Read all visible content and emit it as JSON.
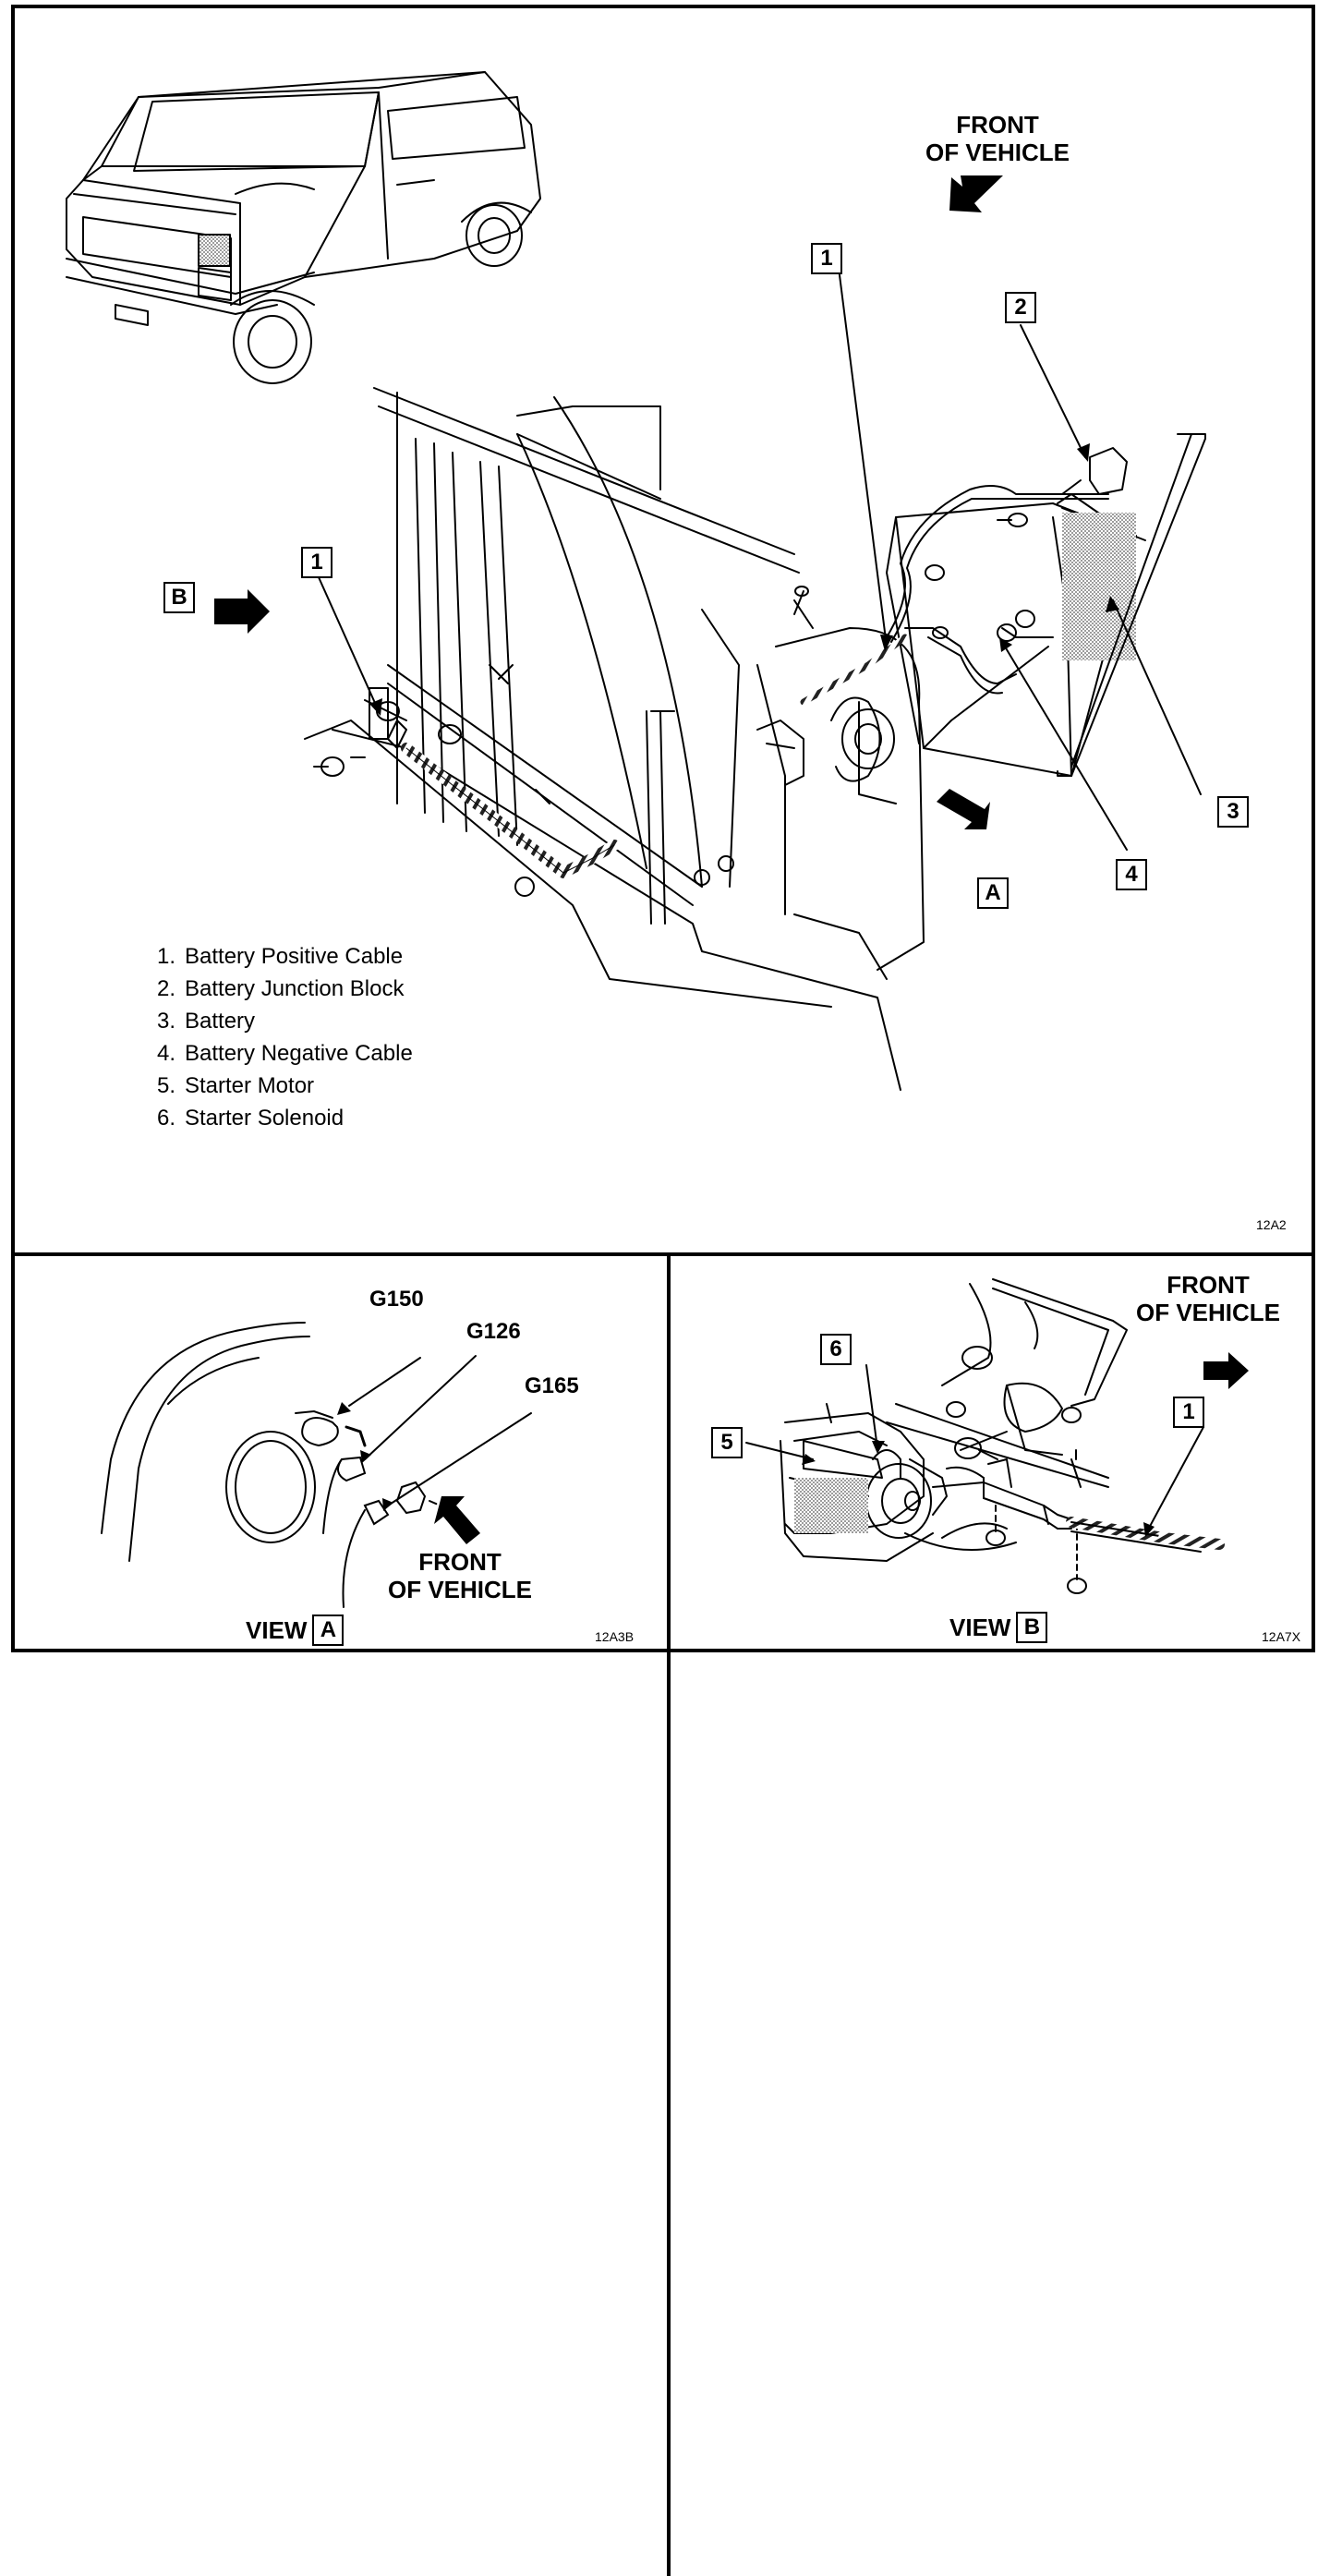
{
  "main": {
    "front_of_vehicle": [
      "FRONT",
      "OF VEHICLE"
    ],
    "callouts": {
      "c1_upper": "1",
      "c2": "2",
      "c3": "3",
      "c4": "4",
      "c1_left": "1",
      "view_a_marker": "A",
      "view_b_marker": "B"
    },
    "figure_code": "12A2"
  },
  "legend": {
    "items": [
      {
        "num": "1.",
        "label": "Battery Positive Cable"
      },
      {
        "num": "2.",
        "label": "Battery Junction Block"
      },
      {
        "num": "3.",
        "label": "Battery"
      },
      {
        "num": "4.",
        "label": "Battery Negative Cable"
      },
      {
        "num": "5.",
        "label": "Starter Motor"
      },
      {
        "num": "6.",
        "label": "Starter Solenoid"
      }
    ]
  },
  "view_a": {
    "grounds": [
      "G150",
      "G126",
      "G165"
    ],
    "front_of_vehicle": [
      "FRONT",
      "OF VEHICLE"
    ],
    "caption": "VIEW",
    "caption_letter": "A",
    "figure_code": "12A3B"
  },
  "view_b": {
    "front_of_vehicle": [
      "FRONT",
      "OF VEHICLE"
    ],
    "callouts": {
      "c6": "6",
      "c5": "5",
      "c1": "1"
    },
    "caption": "VIEW",
    "caption_letter": "B",
    "figure_code": "12A7X"
  },
  "colors": {
    "ink": "#000000",
    "background": "#ffffff",
    "stipple": "#8a8a8a"
  }
}
